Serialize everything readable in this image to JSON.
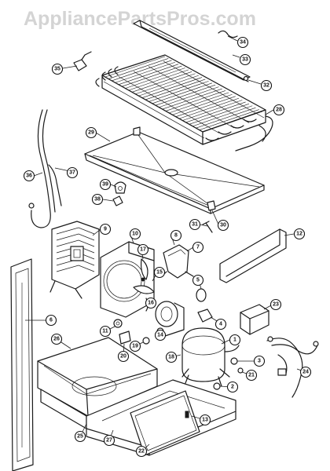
{
  "watermark": "AppliancePartsPros.com",
  "callouts": [
    {
      "id": "c34",
      "label": "34"
    },
    {
      "id": "c33",
      "label": "33"
    },
    {
      "id": "c32",
      "label": "32"
    },
    {
      "id": "c35",
      "label": "35"
    },
    {
      "id": "c28",
      "label": "28"
    },
    {
      "id": "c29",
      "label": "29"
    },
    {
      "id": "c36",
      "label": "36"
    },
    {
      "id": "c37",
      "label": "37"
    },
    {
      "id": "c39",
      "label": "39"
    },
    {
      "id": "c38",
      "label": "38"
    },
    {
      "id": "c31",
      "label": "31"
    },
    {
      "id": "c30",
      "label": "30"
    },
    {
      "id": "c9",
      "label": "9"
    },
    {
      "id": "c10",
      "label": "10"
    },
    {
      "id": "c8",
      "label": "8"
    },
    {
      "id": "c7",
      "label": "7"
    },
    {
      "id": "c12",
      "label": "12"
    },
    {
      "id": "c17",
      "label": "17"
    },
    {
      "id": "c15",
      "label": "15"
    },
    {
      "id": "c5",
      "label": "5"
    },
    {
      "id": "c6",
      "label": "6"
    },
    {
      "id": "c16",
      "label": "16"
    },
    {
      "id": "c23",
      "label": "23"
    },
    {
      "id": "c11",
      "label": "11"
    },
    {
      "id": "c14",
      "label": "14"
    },
    {
      "id": "c4",
      "label": "4"
    },
    {
      "id": "c1",
      "label": "1"
    },
    {
      "id": "c26",
      "label": "26"
    },
    {
      "id": "c20",
      "label": "20"
    },
    {
      "id": "c19",
      "label": "19"
    },
    {
      "id": "c18",
      "label": "18"
    },
    {
      "id": "c2",
      "label": "2"
    },
    {
      "id": "c3",
      "label": "3"
    },
    {
      "id": "c21",
      "label": "21"
    },
    {
      "id": "c24",
      "label": "24"
    },
    {
      "id": "c13",
      "label": "13"
    },
    {
      "id": "c25",
      "label": "25"
    },
    {
      "id": "c27",
      "label": "27"
    },
    {
      "id": "c22",
      "label": "22"
    }
  ]
}
